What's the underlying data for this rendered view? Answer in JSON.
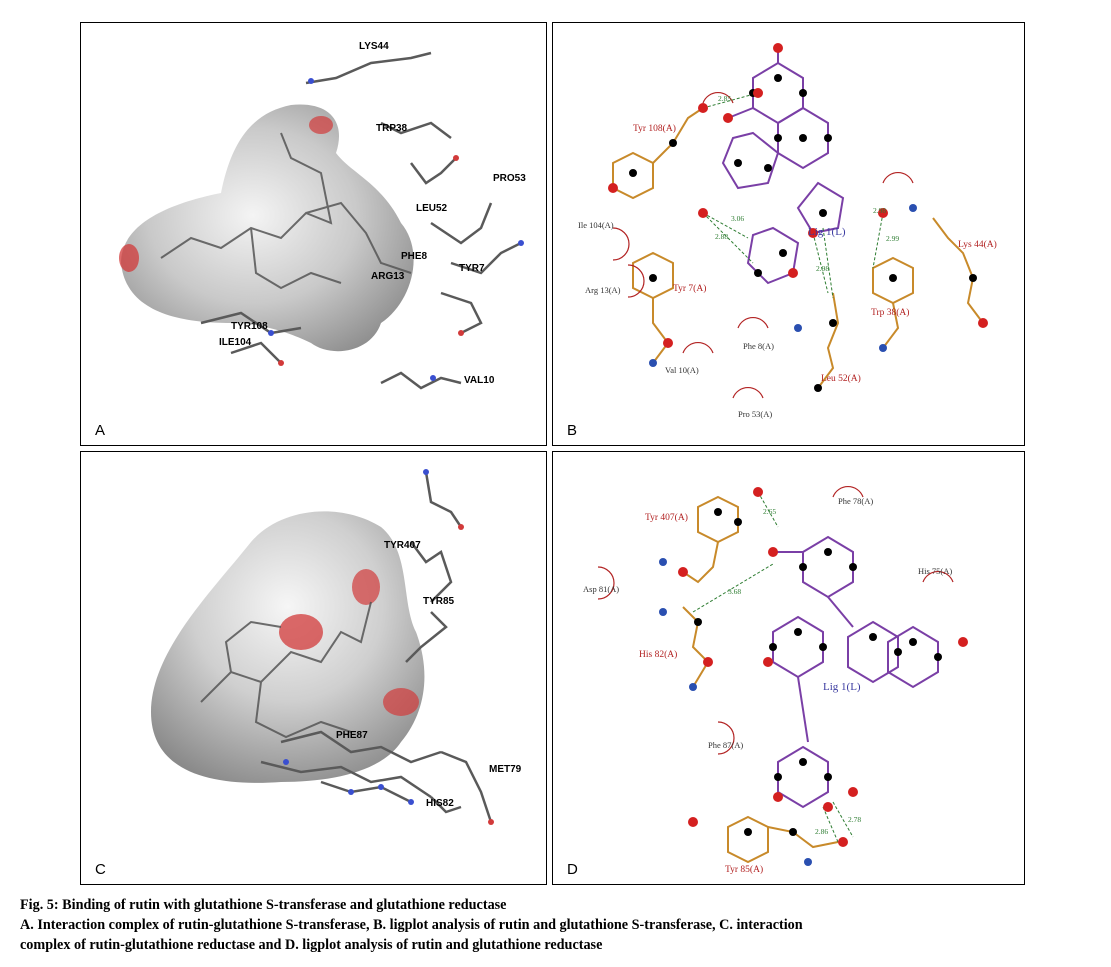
{
  "panels": {
    "a": {
      "label": "A",
      "residues": [
        "LYS44",
        "TRP38",
        "PRO53",
        "LEU52",
        "PHE8",
        "ARG13",
        "TYR7",
        "TYR108",
        "ILE104",
        "VAL10"
      ]
    },
    "b": {
      "label": "B",
      "ligand": "Lig 1(L)",
      "hbond_residues": [
        "Tyr 108(A)",
        "Tyr 7(A)",
        "Trp 38(A)",
        "Lys 44(A)",
        "Leu 52(A)"
      ],
      "hydrophobic": [
        "Ile 104(A)",
        "Arg 13(A)",
        "Phe 8(A)",
        "Val 10(A)",
        "Pro 53(A)"
      ],
      "distances": [
        "2.85",
        "2.88",
        "3.06",
        "2.98",
        "2.99",
        "2.98"
      ]
    },
    "c": {
      "label": "C",
      "residues": [
        "TYR407",
        "TYR85",
        "PHE87",
        "MET79",
        "HIS82"
      ]
    },
    "d": {
      "label": "D",
      "ligand": "Lig 1(L)",
      "hbond_residues": [
        "Tyr 407(A)",
        "His 82(A)",
        "Tyr 85(A)"
      ],
      "hydrophobic": [
        "Phe 78(A)",
        "His 75(A)",
        "Asp 81(A)",
        "Phe 87(A)"
      ],
      "distances": [
        "2.65",
        "3.68",
        "2.86",
        "2.78"
      ]
    }
  },
  "caption": {
    "title": "Fig. 5: Binding of rutin with glutathione S-transferase and glutathione reductase",
    "line1": "A. Interaction complex of rutin-glutathione S-transferase, B. ligplot analysis of rutin and glutathione S-transferase, C. interaction",
    "line2": "complex of rutin-glutathione reductase and D. ligplot analysis of rutin and glutathione reductase"
  }
}
